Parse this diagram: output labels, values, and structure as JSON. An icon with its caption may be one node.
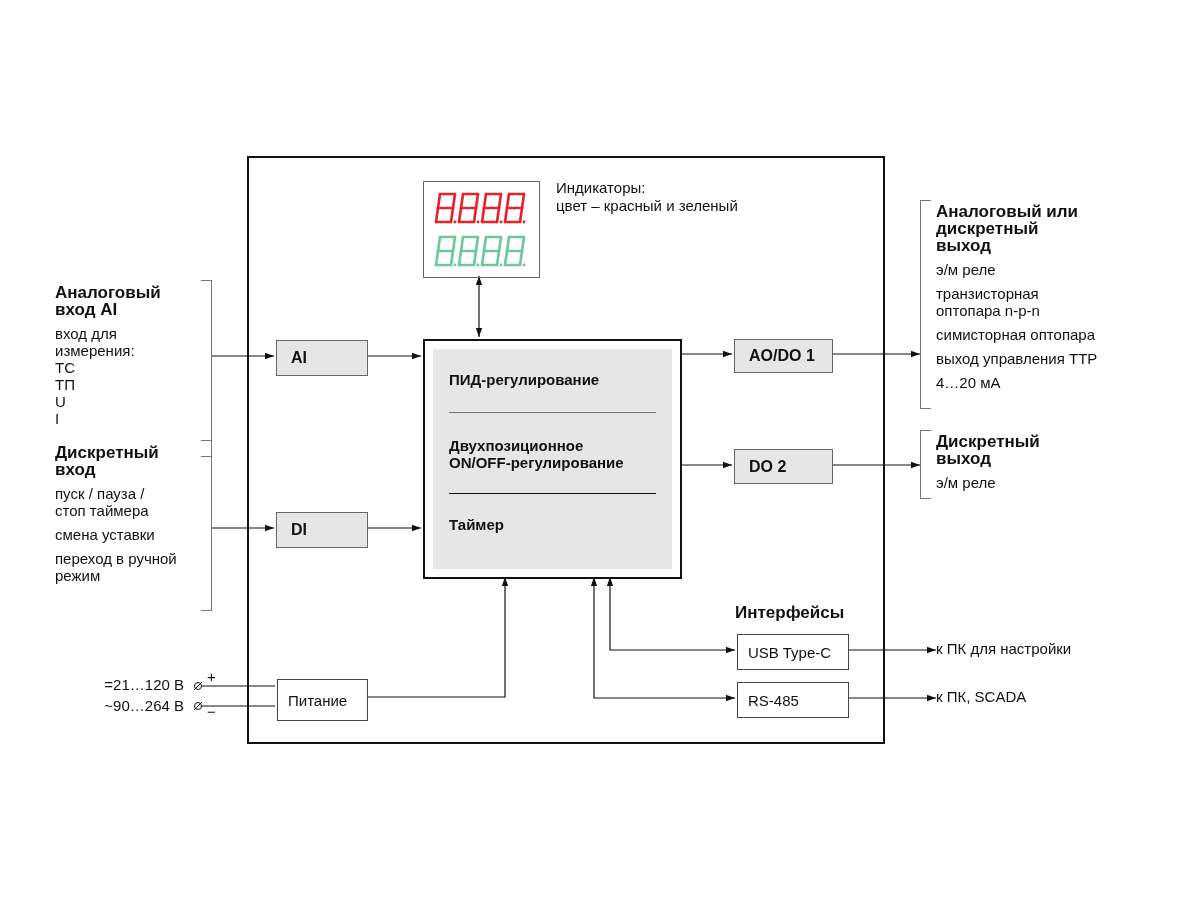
{
  "diagram": {
    "nodes": [
      {
        "text": [],
        "shape": "box"
      },
      {
        "text": [],
        "shape": "picture",
        "in": 0,
        "beside": [
          "Индикаторы:",
          "цвет – красный и зеленый"
        ]
      },
      {
        "text": [
          "Аналоговый вход AI",
          "вход для измерения:",
          "ТС",
          "ТП",
          "U",
          "I"
        ]
      },
      {
        "text": [
          "Дискретный вход",
          "пуск / пауза / стоп таймера",
          "смена уставки",
          "переход в ручной режим"
        ]
      },
      {
        "text": [
          "AI"
        ],
        "in": 0
      },
      {
        "text": [
          "DI"
        ],
        "in": 0
      },
      {
        "text": [
          "ПИД-регулирование",
          "Двухпозиционное ON/OFF-регулирование",
          "Таймер"
        ],
        "in": 0
      },
      {
        "text": [
          "AO/DO 1"
        ],
        "in": 0
      },
      {
        "text": [
          "DO 2"
        ],
        "in": 0
      },
      {
        "text": [
          "Аналоговый или дискретный выход",
          "э/м реле",
          "транзисторная оптопара n-p-n",
          "симисторная оптопара",
          "выход управления ТТР",
          "4…20 мА"
        ]
      },
      {
        "text": [
          "Дискретный выход",
          "э/м реле"
        ]
      },
      {
        "text": [
          "=21…120 В"
        ]
      },
      {
        "text": [
          "~90…264 В"
        ]
      },
      {
        "text": [
          "Питание"
        ],
        "in": 0
      },
      {
        "text": [
          "USB Type-C"
        ],
        "in": 0
      },
      {
        "text": [
          "RS-485"
        ],
        "in": 0
      },
      {
        "text": [
          "к ПК для настройки"
        ]
      },
      {
        "text": [
          "к ПК, SCADA"
        ]
      }
    ],
    "edges": [
      {
        "from": 1,
        "to": 6,
        "arrow": "both"
      },
      {
        "from": 2,
        "to": 4,
        "arrow": "to"
      },
      {
        "from": 4,
        "to": 6,
        "arrow": "to"
      },
      {
        "from": 3,
        "to": 5,
        "arrow": "to"
      },
      {
        "from": 5,
        "to": 6,
        "arrow": "to"
      },
      {
        "from": 6,
        "to": 7,
        "arrow": "to"
      },
      {
        "from": 6,
        "to": 8,
        "arrow": "to"
      },
      {
        "from": 7,
        "to": 9,
        "arrow": "to"
      },
      {
        "from": 8,
        "to": 10,
        "arrow": "to"
      },
      {
        "from": 11,
        "to": 13,
        "arrow": "other"
      },
      {
        "from": 12,
        "to": 13,
        "arrow": "other"
      },
      {
        "from": 13,
        "to": 6,
        "arrow": "to"
      },
      {
        "from": 6,
        "to": 14,
        "arrow": "both"
      },
      {
        "from": 6,
        "to": 15,
        "arrow": "both"
      },
      {
        "from": 14,
        "to": 16,
        "arrow": "to"
      },
      {
        "from": 15,
        "to": 17,
        "arrow": "to"
      }
    ],
    "labels": [
      "Интерфейсы",
      "+",
      "−"
    ]
  }
}
